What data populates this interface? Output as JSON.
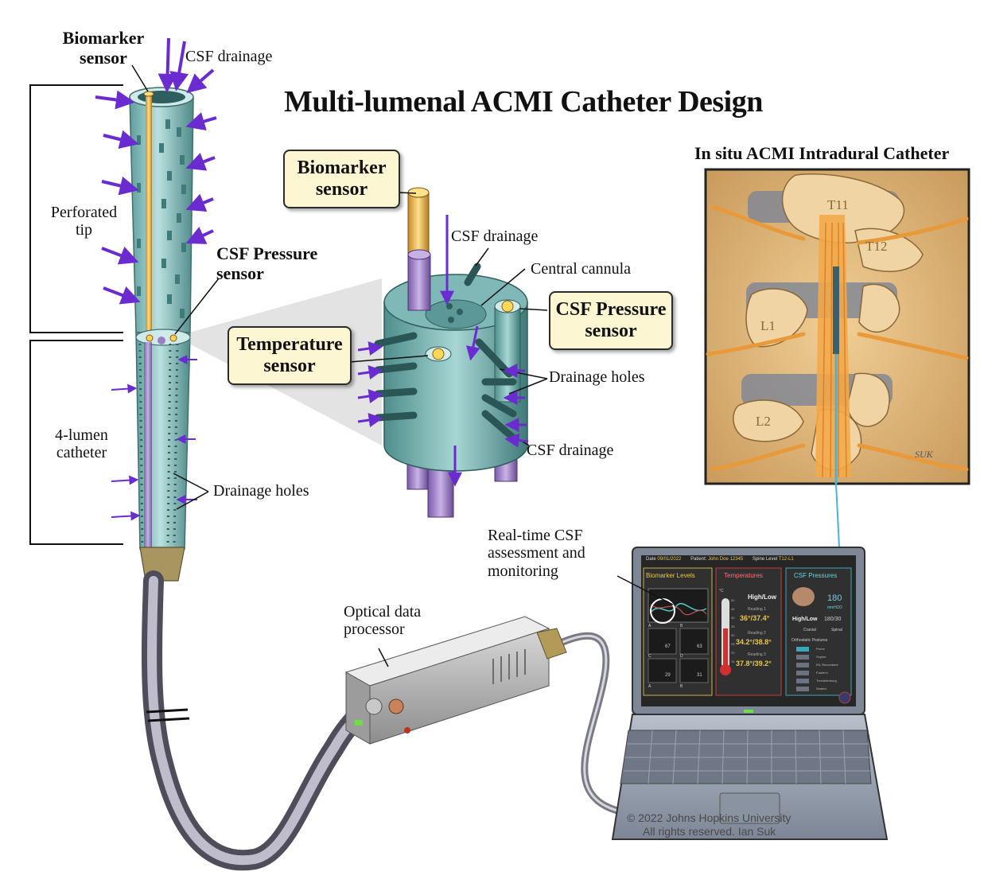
{
  "title": "Multi-lumenal ACMI Catheter Design",
  "labels": {
    "biomarker_top": "Biomarker sensor",
    "csf_drainage_top": "CSF drainage",
    "perforated_tip": "Perforated tip",
    "csf_pressure_left": "CSF Pressure sensor",
    "four_lumen": "4-lumen catheter",
    "drainage_holes_left": "Drainage holes",
    "csf_drainage_center": "CSF drainage",
    "central_cannula": "Central cannula",
    "drainage_holes_center": "Drainage holes",
    "csf_drainage_bottom": "CSF drainage",
    "optical_processor": "Optical data processor",
    "realtime": "Real-time CSF assessment and monitoring",
    "insitu_title": "In situ ACMI Intradural Catheter",
    "signature": "SUK"
  },
  "boxes": {
    "biomarker": "Biomarker sensor",
    "temperature": "Temperature sensor",
    "pressure": "CSF Pressure sensor"
  },
  "vertebrae": [
    "T11",
    "T12",
    "L1",
    "L2"
  ],
  "screen": {
    "date_label": "Date",
    "date": "09/01/2022",
    "patient_label": "Patient:",
    "patient": "John Doe 12345",
    "spine_label": "Spine Level",
    "spine": "T12-L1",
    "panel_biomarker": "Biomarker Levels",
    "panel_temp": "Temperatures",
    "panel_pressure": "CSF Pressures",
    "highlow": "High/Low",
    "reading1": "Reading 1",
    "temp1": "36°/37.4°",
    "reading2": "Reading 2",
    "temp2": "34.2°/38.8°",
    "reading3": "Reading 3",
    "temp3": "37.8°/39.2°",
    "pressure_value": "180",
    "pressure_unit": "mmH2O",
    "pressure_highlow": "180/30",
    "cranial": "Cranial",
    "spinal": "Spinal",
    "orthostatic": "Orthostatic Postures",
    "postures": [
      "Prone",
      "Supine",
      "R/L Recumbent",
      "Fowler's",
      "Trendelenburg",
      "Seated"
    ],
    "chart_ids": [
      "A",
      "B",
      "C",
      "D",
      "A",
      "B"
    ],
    "chart_vals": [
      "67",
      "63",
      "29",
      "31"
    ],
    "thermo_ticks": [
      "50",
      "45",
      "40",
      "35",
      "30",
      "25",
      "20",
      "15"
    ],
    "temp_unit": "°C"
  },
  "copyright": {
    "line1": "© 2022 Johns Hopkins University",
    "line2": "All rights reserved. Ian Suk"
  },
  "colors": {
    "catheter": "#8ec4c3",
    "lumen_purple": "#9b7fc4",
    "gold": "#e8b44a",
    "arrow": "#6a2bd0",
    "box_fill": "#fdf6d3",
    "spine_bg": "#d9b27a"
  }
}
